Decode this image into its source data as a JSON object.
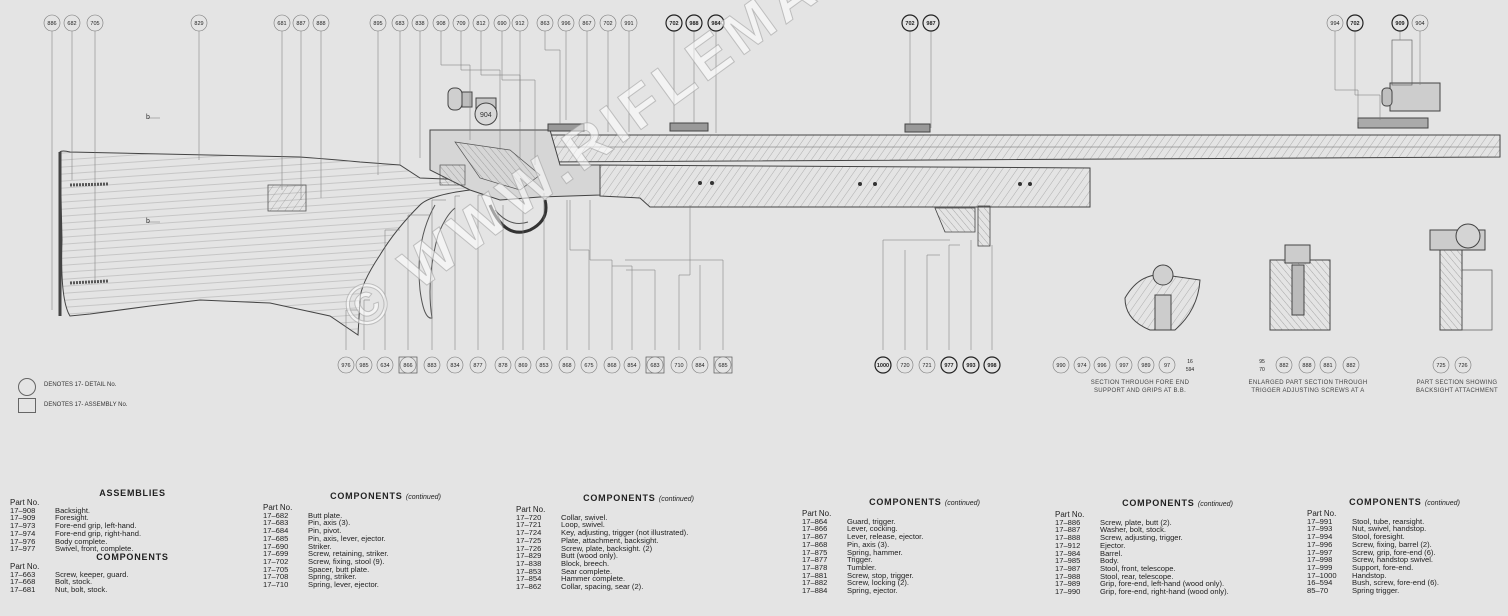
{
  "callouts_top": [
    "886",
    "682",
    "705",
    "829",
    "681",
    "887",
    "888",
    "895",
    "683",
    "838",
    "908",
    "709",
    "812",
    "690",
    "912",
    "863",
    "996",
    "867",
    "702",
    "991",
    "702",
    "988",
    "984",
    "702",
    "987",
    "994",
    "702",
    "909",
    "904"
  ],
  "callouts_bottom": [
    "976",
    "985",
    "634",
    "866",
    "883",
    "834",
    "877",
    "878",
    "869",
    "853",
    "868",
    "675",
    "868",
    "854",
    "683",
    "710",
    "884",
    "685",
    "1000",
    "720",
    "721",
    "977",
    "993",
    "998",
    "990",
    "974",
    "996",
    "997",
    "989",
    "97",
    "16",
    "594",
    "95",
    "70",
    "882",
    "888",
    "881",
    "882",
    "725",
    "726"
  ],
  "marks": [
    "b",
    "b"
  ],
  "legend": {
    "detail": "DENOTES 17- DETAIL No.",
    "assembly": "DENOTES 17- ASSEMBLY No."
  },
  "captions": {
    "section_bb": "SECTION THROUGH FORE END SUPPORT AND GRIPS AT B.B.",
    "section_a": "ENLARGED PART SECTION THROUGH TRIGGER ADJUSTING SCREWS AT A",
    "section_backsight": "PART SECTION SHOWING BACKSIGHT ATTACHMENT"
  },
  "watermark": "© WWW.RIFLEMAN.ORG.UK",
  "part_no_label": "Part No.",
  "columns": [
    {
      "sections": [
        {
          "title": "ASSEMBLIES",
          "continued": "",
          "rows": [
            {
              "no": "17–908",
              "desc": "Backsight."
            },
            {
              "no": "17–909",
              "desc": "Foresight."
            },
            {
              "no": "17–973",
              "desc": "Fore-end grip, left-hand."
            },
            {
              "no": "17–974",
              "desc": "Fore-end grip, right-hand."
            },
            {
              "no": "17–976",
              "desc": "Body complete."
            },
            {
              "no": "17–977",
              "desc": "Swivel, front, complete."
            }
          ]
        },
        {
          "title": "COMPONENTS",
          "continued": "",
          "rows": [
            {
              "no": "17–663",
              "desc": "Screw, keeper, guard."
            },
            {
              "no": "17–668",
              "desc": "Bolt, stock."
            },
            {
              "no": "17–681",
              "desc": "Nut, bolt, stock."
            }
          ]
        }
      ]
    },
    {
      "sections": [
        {
          "title": "COMPONENTS",
          "continued": "(continued)",
          "rows": [
            {
              "no": "17–682",
              "desc": "Butt plate."
            },
            {
              "no": "17–683",
              "desc": "Pin, axis (3)."
            },
            {
              "no": "17–684",
              "desc": "Pin, pivot."
            },
            {
              "no": "17–685",
              "desc": "Pin, axis, lever, ejector."
            },
            {
              "no": "17–690",
              "desc": "Striker."
            },
            {
              "no": "17–699",
              "desc": "Screw, retaining, striker."
            },
            {
              "no": "17–702",
              "desc": "Screw, fixing, stool (9)."
            },
            {
              "no": "17–705",
              "desc": "Spacer, butt plate."
            },
            {
              "no": "17–708",
              "desc": "Spring, striker."
            },
            {
              "no": "17–710",
              "desc": "Spring, lever, ejector."
            }
          ]
        }
      ]
    },
    {
      "sections": [
        {
          "title": "COMPONENTS",
          "continued": "(continued)",
          "rows": [
            {
              "no": "17–720",
              "desc": "Collar, swivel."
            },
            {
              "no": "17–721",
              "desc": "Loop, swivel."
            },
            {
              "no": "17–724",
              "desc": "Key, adjusting, trigger (not illustrated)."
            },
            {
              "no": "17–725",
              "desc": "Plate, attachment, backsight."
            },
            {
              "no": "17–726",
              "desc": "Screw, plate, backsight. (2)"
            },
            {
              "no": "17–829",
              "desc": "Butt (wood only)."
            },
            {
              "no": "17–838",
              "desc": "Block, breech."
            },
            {
              "no": "17–853",
              "desc": "Sear complete."
            },
            {
              "no": "17–854",
              "desc": "Hammer complete."
            },
            {
              "no": "17–862",
              "desc": "Collar, spacing, sear (2)."
            }
          ]
        }
      ]
    },
    {
      "sections": [
        {
          "title": "COMPONENTS",
          "continued": "(continued)",
          "rows": [
            {
              "no": "17–864",
              "desc": "Guard, trigger."
            },
            {
              "no": "17–866",
              "desc": "Lever, cocking."
            },
            {
              "no": "17–867",
              "desc": "Lever, release, ejector."
            },
            {
              "no": "17–868",
              "desc": "Pin, axis (3)."
            },
            {
              "no": "17–875",
              "desc": "Spring, hammer."
            },
            {
              "no": "17–877",
              "desc": "Trigger."
            },
            {
              "no": "17–878",
              "desc": "Tumbler."
            },
            {
              "no": "17–881",
              "desc": "Screw, stop, trigger."
            },
            {
              "no": "17–882",
              "desc": "Screw, locking (2)."
            },
            {
              "no": "17–884",
              "desc": "Spring, ejector."
            }
          ]
        }
      ]
    },
    {
      "sections": [
        {
          "title": "COMPONENTS",
          "continued": "(continued)",
          "rows": [
            {
              "no": "17–886",
              "desc": "Screw, plate, butt (2)."
            },
            {
              "no": "17–887",
              "desc": "Washer, bolt, stock."
            },
            {
              "no": "17–888",
              "desc": "Screw, adjusting, trigger."
            },
            {
              "no": "17–912",
              "desc": "Ejector."
            },
            {
              "no": "17–984",
              "desc": "Barrel."
            },
            {
              "no": "17–985",
              "desc": "Body."
            },
            {
              "no": "17–987",
              "desc": "Stool, front, telescope."
            },
            {
              "no": "17–988",
              "desc": "Stool, rear, telescope."
            },
            {
              "no": "17–989",
              "desc": "Grip, fore-end, left-hand (wood only)."
            },
            {
              "no": "17–990",
              "desc": "Grip, fore-end, right-hand (wood only)."
            }
          ]
        }
      ]
    },
    {
      "sections": [
        {
          "title": "COMPONENTS",
          "continued": "(continued)",
          "rows": [
            {
              "no": "17–991",
              "desc": "Stool, tube, rearsight."
            },
            {
              "no": "17–993",
              "desc": "Nut, swivel, handstop."
            },
            {
              "no": "17–994",
              "desc": "Stool, foresight."
            },
            {
              "no": "17–996",
              "desc": "Screw, fixing, barrel (2)."
            },
            {
              "no": "17–997",
              "desc": "Screw, grip, fore-end (6)."
            },
            {
              "no": "17–998",
              "desc": "Screw, handstop swivel."
            },
            {
              "no": "17–999",
              "desc": "Support, fore-end."
            },
            {
              "no": "17–1000",
              "desc": "Handstop."
            },
            {
              "no": "16–594",
              "desc": "Bush, screw, fore-end (6)."
            },
            {
              "no": "85–70",
              "desc": "Spring trigger."
            }
          ]
        }
      ]
    }
  ]
}
